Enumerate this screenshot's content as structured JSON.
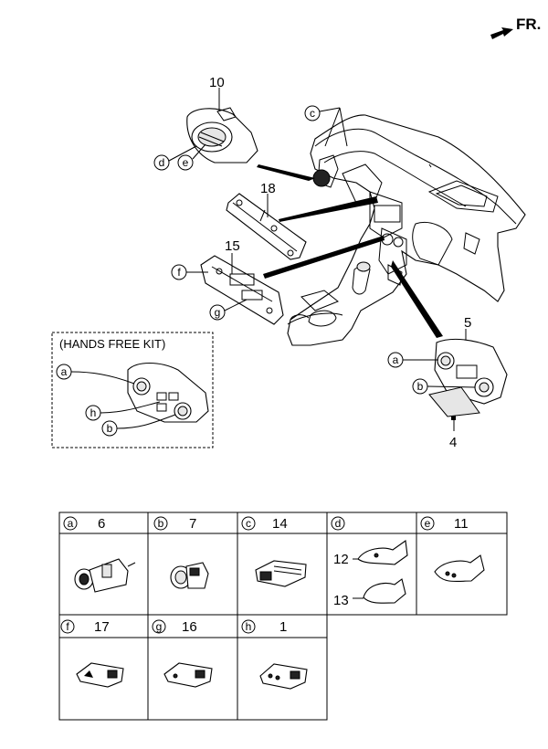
{
  "orientation": {
    "label": "FR."
  },
  "callouts": {
    "10": "10",
    "18": "18",
    "15": "15",
    "5": "5",
    "4": "4",
    "c": "c",
    "d": "d",
    "e": "e",
    "f": "f",
    "g": "g",
    "a": "a",
    "b": "b",
    "h": "h"
  },
  "hands_free_kit": {
    "title": "(HANDS FREE KIT)",
    "a": "a",
    "h": "h",
    "b": "b"
  },
  "legend": {
    "cells": [
      {
        "letter": "a",
        "parts": [
          "6"
        ]
      },
      {
        "letter": "b",
        "parts": [
          "7"
        ]
      },
      {
        "letter": "c",
        "parts": [
          "14"
        ]
      },
      {
        "letter": "d",
        "parts": [
          "12",
          "13"
        ]
      },
      {
        "letter": "e",
        "parts": [
          "11"
        ]
      },
      {
        "letter": "f",
        "parts": [
          "17"
        ]
      },
      {
        "letter": "g",
        "parts": [
          "16"
        ]
      },
      {
        "letter": "h",
        "parts": [
          "1"
        ]
      }
    ]
  }
}
